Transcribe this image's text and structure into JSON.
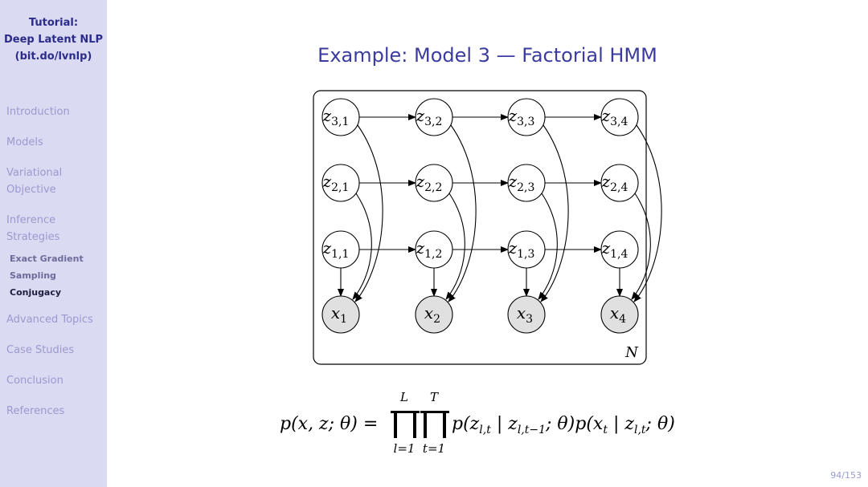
{
  "sidebar": {
    "title_lines": [
      "Tutorial:",
      "Deep Latent NLP",
      "(bit.do/lvnlp)"
    ],
    "nav": [
      {
        "label": "Introduction"
      },
      {
        "label": "Models"
      },
      {
        "label": "Variational"
      },
      {
        "label": "Objective"
      },
      {
        "label": "Inference"
      },
      {
        "label": "Strategies"
      },
      {
        "label": "Advanced Topics"
      },
      {
        "label": "Case Studies"
      },
      {
        "label": "Conclusion"
      },
      {
        "label": "References"
      }
    ],
    "subitems": [
      {
        "label": "Exact Gradient",
        "active": false
      },
      {
        "label": "Sampling",
        "active": false
      },
      {
        "label": "Conjugacy",
        "active": true
      }
    ]
  },
  "slide": {
    "title": "Example: Model 3 — Factorial HMM",
    "page": "94/153"
  },
  "diagram": {
    "plate_label": "N",
    "latent_rows": [
      {
        "layer": "3",
        "nodes": [
          {
            "t": "1",
            "sub": "3,1"
          },
          {
            "t": "2",
            "sub": "3,2"
          },
          {
            "t": "3",
            "sub": "3,3"
          },
          {
            "t": "4",
            "sub": "3,4"
          }
        ]
      },
      {
        "layer": "2",
        "nodes": [
          {
            "t": "1",
            "sub": "2,1"
          },
          {
            "t": "2",
            "sub": "2,2"
          },
          {
            "t": "3",
            "sub": "2,3"
          },
          {
            "t": "4",
            "sub": "2,4"
          }
        ]
      },
      {
        "layer": "1",
        "nodes": [
          {
            "t": "1",
            "sub": "1,1"
          },
          {
            "t": "2",
            "sub": "1,2"
          },
          {
            "t": "3",
            "sub": "1,3"
          },
          {
            "t": "4",
            "sub": "1,4"
          }
        ]
      }
    ],
    "latent_symbol": "z",
    "observed_symbol": "x",
    "observed": [
      {
        "sub": "1"
      },
      {
        "sub": "2"
      },
      {
        "sub": "3"
      },
      {
        "sub": "4"
      }
    ],
    "colors": {
      "observed_fill": "#e0e0e0",
      "stroke": "#000000"
    }
  },
  "equation": {
    "lhs": "p(x, z; θ) =",
    "prod1": {
      "upper": "L",
      "lower": "l=1"
    },
    "prod2": {
      "upper": "T",
      "lower": "t=1"
    },
    "rhs_a": "p(z",
    "rhs_a_sub": "l,t",
    "rhs_b": " | z",
    "rhs_b_sub": "l,t−1",
    "rhs_c": "; θ)p(x",
    "rhs_c_sub": "t",
    "rhs_d": " | z",
    "rhs_d_sub": "l,t",
    "rhs_e": "; θ)"
  }
}
